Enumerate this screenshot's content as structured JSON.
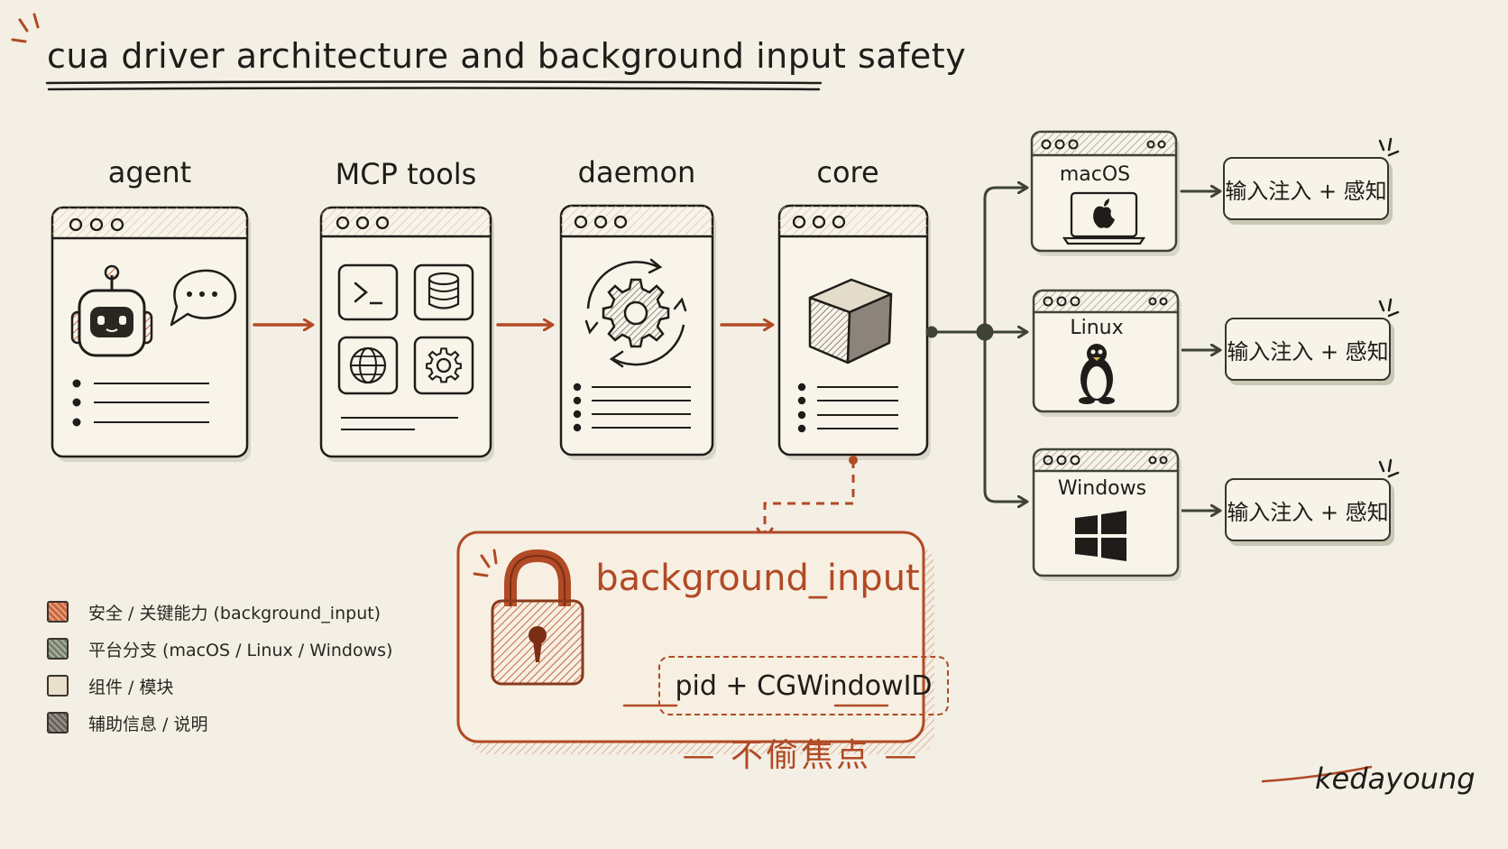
{
  "title": "cua driver architecture and background input safety",
  "stages": [
    {
      "label": "agent"
    },
    {
      "label": "MCP tools"
    },
    {
      "label": "daemon"
    },
    {
      "label": "core"
    }
  ],
  "platforms": [
    {
      "label": "macOS",
      "icon": "apple-icon",
      "output": "输入注入 + 感知"
    },
    {
      "label": "Linux",
      "icon": "penguin-icon",
      "output": "输入注入 + 感知"
    },
    {
      "label": "Windows",
      "icon": "windows-icon",
      "output": "输入注入 + 感知"
    }
  ],
  "background_input": {
    "title": "background_input",
    "formula": "pid + CGWindowID",
    "caption": "— 不偷焦点 —"
  },
  "legend": [
    {
      "label": "安全 / 关键能力 (background_input)",
      "color": "#c8643d"
    },
    {
      "label": "平台分支 (macOS / Linux / Windows)",
      "color": "#75806a"
    },
    {
      "label": "组件 / 模块",
      "color": "#eadfcb"
    },
    {
      "label": "辅助信息 / 说明",
      "color": "#66615c"
    }
  ],
  "signature": "kedayoung",
  "colors": {
    "background": "#f3efe4",
    "ink": "#2a2622",
    "accent": "#b14a25",
    "platform": "#34362c"
  }
}
